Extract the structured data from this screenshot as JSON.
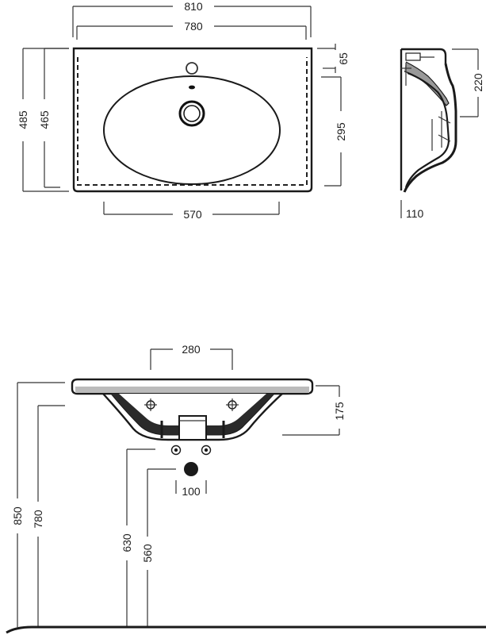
{
  "dimensions": {
    "top_width_outer": "810",
    "top_width_inner": "780",
    "top_depth_outer": "485",
    "top_depth_inner": "465",
    "tap_hole_offset": "65",
    "bowl_depth": "295",
    "bowl_width": "570",
    "side_height": "220",
    "side_foot": "110",
    "front_fixing_spacing": "280",
    "front_height": "175",
    "waste_spacing": "100",
    "floor_to_rim": "850",
    "floor_to_underside": "780",
    "floor_to_inlets": "630",
    "floor_to_waste": "560"
  },
  "colors": {
    "line": "#1a1a1a",
    "text": "#1e1e1e",
    "background": "#ffffff"
  }
}
